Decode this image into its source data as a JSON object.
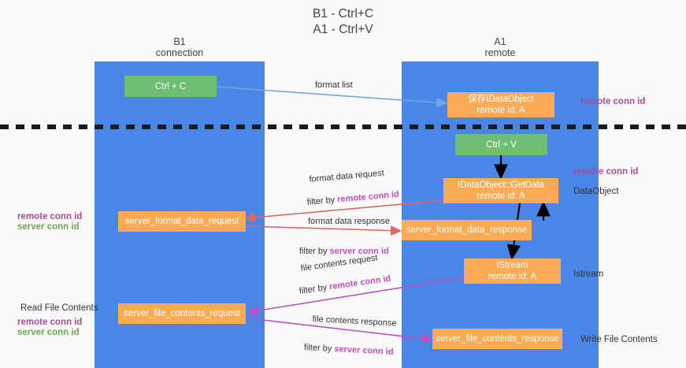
{
  "title": "B1 - Ctrl+C\nA1 - Ctrl+V",
  "lanes": [
    {
      "name": "b1",
      "title": "B1\nconnection"
    },
    {
      "name": "a1",
      "title": "A1\nremote"
    }
  ],
  "colors": {
    "lane": "#4a86e8",
    "green_node": "#6fbf73",
    "orange_node": "#fbab53",
    "purple_text": "#a64d9a",
    "green_text": "#6aa84f",
    "edge_blue": "#6fa8dc",
    "edge_red": "#e06666",
    "edge_magenta": "#c24ec2",
    "edge_black": "#000000",
    "background": "#fafafa"
  },
  "nodes": {
    "ctrl_c": "Ctrl + C",
    "save_idataobject": "保存IDataObject\nremote id: A",
    "ctrl_v": "Ctrl + V",
    "idataobject_getdata": "IDataObject::GetData\nremote id: A",
    "server_format_data_request": "server_format_data_request",
    "server_format_data_response": "server_format_data_response",
    "istream": "IStream\nremote id: A",
    "server_file_contents_request": "server_file_contents_request",
    "server_file_contents_response": "server_file_contents_response"
  },
  "edge_labels": {
    "format_list": "format list",
    "format_data_request": "format data request",
    "format_data_request_filter_prefix": "filter by ",
    "format_data_request_filter_key": "remote conn id",
    "format_data_response": "format data response",
    "format_data_response_filter_prefix": "filter by ",
    "format_data_response_filter_key": "server conn id",
    "file_contents_request": "file contents request",
    "file_contents_request_filter_prefix": "filter by ",
    "file_contents_request_filter_key": "remote conn id",
    "file_contents_response": "file contents response",
    "file_contents_response_filter_prefix": "filter by ",
    "file_contents_response_filter_key": "server conn id"
  },
  "side_labels": {
    "right_remote_conn_id_top": "remote conn id",
    "right_remote_conn_id_mid": "remote conn id",
    "right_dataobject": "DataObject",
    "right_istream": "Istream",
    "right_write_file_contents": "Write File Contents",
    "left_remote_conn_id_mid": "remote conn id",
    "left_server_conn_id_mid": "server conn id",
    "left_read_file_contents": "Read File Contents",
    "left_remote_conn_id_bot": "remote conn id",
    "left_server_conn_id_bot": "server conn id"
  }
}
